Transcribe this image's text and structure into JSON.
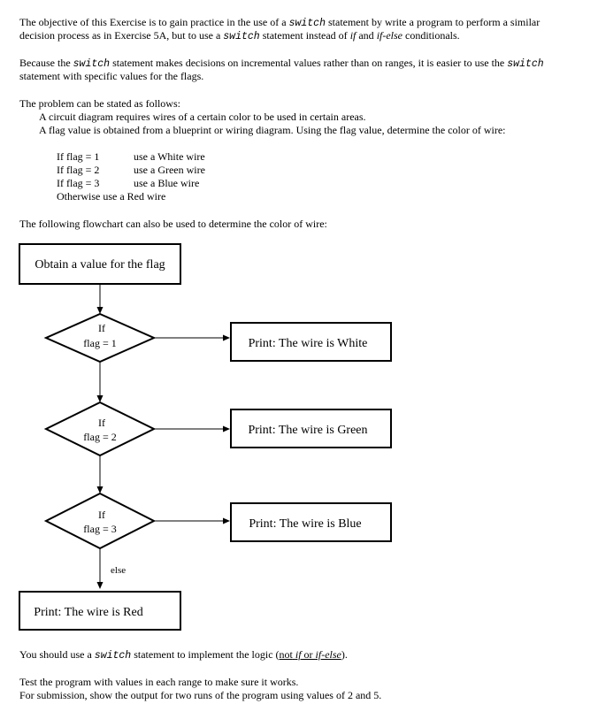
{
  "intro": {
    "l1a": "The objective of this Exercise is to gain practice in the use of a ",
    "l1code": "switch",
    "l1b": " statement by write a program to perform a similar",
    "l2a": "decision process as in Exercise 5A, but to use a ",
    "l2code": "switch",
    "l2b": " statement instead of ",
    "l2if": "if",
    "l2and": " and ",
    "l2ifelse": "if-else",
    "l2c": " conditionals."
  },
  "para2": {
    "l1a": "Because the ",
    "l1code": "switch",
    "l1b": " statement makes decisions on incremental values rather than on ranges, it is easier to use the ",
    "l1code2": "switch",
    "l2": "statement with specific values for the flags."
  },
  "problem": {
    "heading": "The problem can be stated as follows:",
    "line1": "A circuit diagram requires wires of a certain color to be used in certain areas.",
    "line2": "A flag value is obtained from a blueprint or wiring diagram.  Using the flag value, determine the color of wire:"
  },
  "cases": [
    {
      "flag": "If  flag = 1",
      "action": "use a White wire"
    },
    {
      "flag": "If  flag = 2",
      "action": "use a Green wire"
    },
    {
      "flag": "If  flag = 3",
      "action": "use a Blue wire"
    }
  ],
  "otherwise": "Otherwise use a Red wire",
  "flow_intro": "The following flowchart can also be used to determine the color of wire:",
  "flowchart": {
    "start": "Obtain a value for the flag",
    "diamonds": [
      {
        "if": "If",
        "cond": "flag = 1",
        "print": "Print:  The wire is White"
      },
      {
        "if": "If",
        "cond": "flag = 2",
        "print": "Print:  The wire is Green"
      },
      {
        "if": "If",
        "cond": "flag = 3",
        "print": "Print:  The wire is Blue"
      }
    ],
    "else_label": "else",
    "end": "Print:  The wire is Red"
  },
  "instruction": {
    "a": "You should use a ",
    "code": "switch",
    "b": " statement to implement the logic (",
    "not": "not",
    "sp1": " ",
    "if": "if",
    "or": " or ",
    "ifelse": "if-else",
    "c": ")."
  },
  "closing": {
    "l1": "Test the program with values in each range to make sure it works.",
    "l2": "For submission, show the output for two runs of the program using values of 2 and 5."
  }
}
